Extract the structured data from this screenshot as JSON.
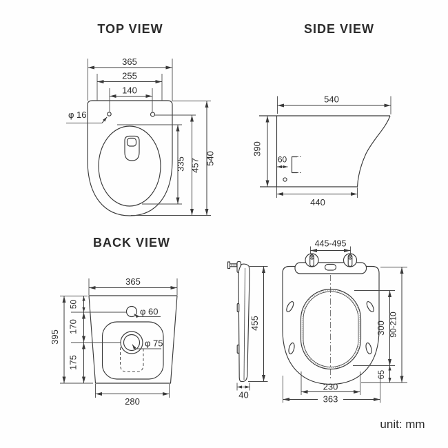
{
  "unit_label": "unit: mm",
  "colors": {
    "line": "#3a3a3a",
    "text": "#2c2c2c",
    "background": "#ffffff"
  },
  "top_view": {
    "title": "TOP VIEW",
    "overall_width": "365",
    "seat_width": "255",
    "hole_spacing": "140",
    "hole_diameter": "φ 16",
    "bowl_length": "335",
    "rim_depth": "457",
    "overall_depth": "540"
  },
  "side_view": {
    "title": "SIDE VIEW",
    "top_depth": "540",
    "height": "390",
    "bracket_offset": "60",
    "base_depth": "440"
  },
  "back_view": {
    "title": "BACK VIEW",
    "top_width": "365",
    "overall_height": "395",
    "inlet_offset": "50",
    "inlet_to_outlet": "170",
    "outlet_to_base": "175",
    "inlet_diameter": "φ 60",
    "outlet_diameter": "φ 75",
    "base_width": "280"
  },
  "seat_view": {
    "hinge_spacing": "445-495",
    "seat_length": "455",
    "seat_thickness": "40",
    "opening_length": "300",
    "hinge_adjust_range": "90-210",
    "rear_offset": "65",
    "opening_width": "230",
    "seat_width": "363"
  }
}
